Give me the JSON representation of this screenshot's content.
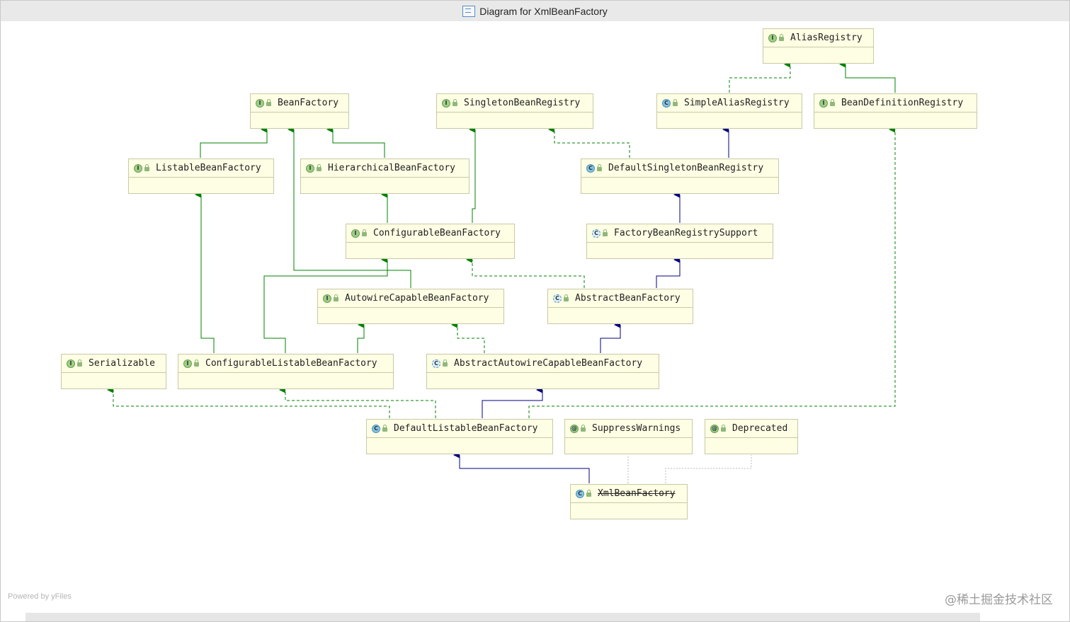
{
  "window": {
    "title": "Diagram for XmlBeanFactory"
  },
  "nodes": [
    {
      "name": "AliasRegistry",
      "badge": "I",
      "kind": "interface"
    },
    {
      "name": "BeanFactory",
      "badge": "I",
      "kind": "interface"
    },
    {
      "name": "SingletonBeanRegistry",
      "badge": "I",
      "kind": "interface"
    },
    {
      "name": "SimpleAliasRegistry",
      "badge": "C",
      "kind": "class"
    },
    {
      "name": "BeanDefinitionRegistry",
      "badge": "I",
      "kind": "interface"
    },
    {
      "name": "ListableBeanFactory",
      "badge": "I",
      "kind": "interface"
    },
    {
      "name": "HierarchicalBeanFactory",
      "badge": "I",
      "kind": "interface"
    },
    {
      "name": "DefaultSingletonBeanRegistry",
      "badge": "C",
      "kind": "class"
    },
    {
      "name": "ConfigurableBeanFactory",
      "badge": "I",
      "kind": "interface"
    },
    {
      "name": "FactoryBeanRegistrySupport",
      "badge": "C",
      "kind": "abstract"
    },
    {
      "name": "AutowireCapableBeanFactory",
      "badge": "I",
      "kind": "interface"
    },
    {
      "name": "AbstractBeanFactory",
      "badge": "C",
      "kind": "abstract"
    },
    {
      "name": "Serializable",
      "badge": "I",
      "kind": "interface"
    },
    {
      "name": "ConfigurableListableBeanFactory",
      "badge": "I",
      "kind": "interface"
    },
    {
      "name": "AbstractAutowireCapableBeanFactory",
      "badge": "C",
      "kind": "abstract"
    },
    {
      "name": "DefaultListableBeanFactory",
      "badge": "C",
      "kind": "class"
    },
    {
      "name": "SuppressWarnings",
      "badge": "@",
      "kind": "annotation"
    },
    {
      "name": "Deprecated",
      "badge": "@",
      "kind": "annotation"
    },
    {
      "name": "XmlBeanFactory",
      "badge": "C",
      "kind": "class",
      "deprecated": true
    }
  ],
  "colors": {
    "extends": "#000080",
    "interface_extends": "#008000",
    "implements": "#008000",
    "annotation_link": "#b8b8b8",
    "node_fill": "#fefee4",
    "node_border": "#c9c9a6"
  },
  "footer": {
    "powered_by": "Powered by yFiles"
  },
  "watermark": "@稀土掘金技术社区"
}
